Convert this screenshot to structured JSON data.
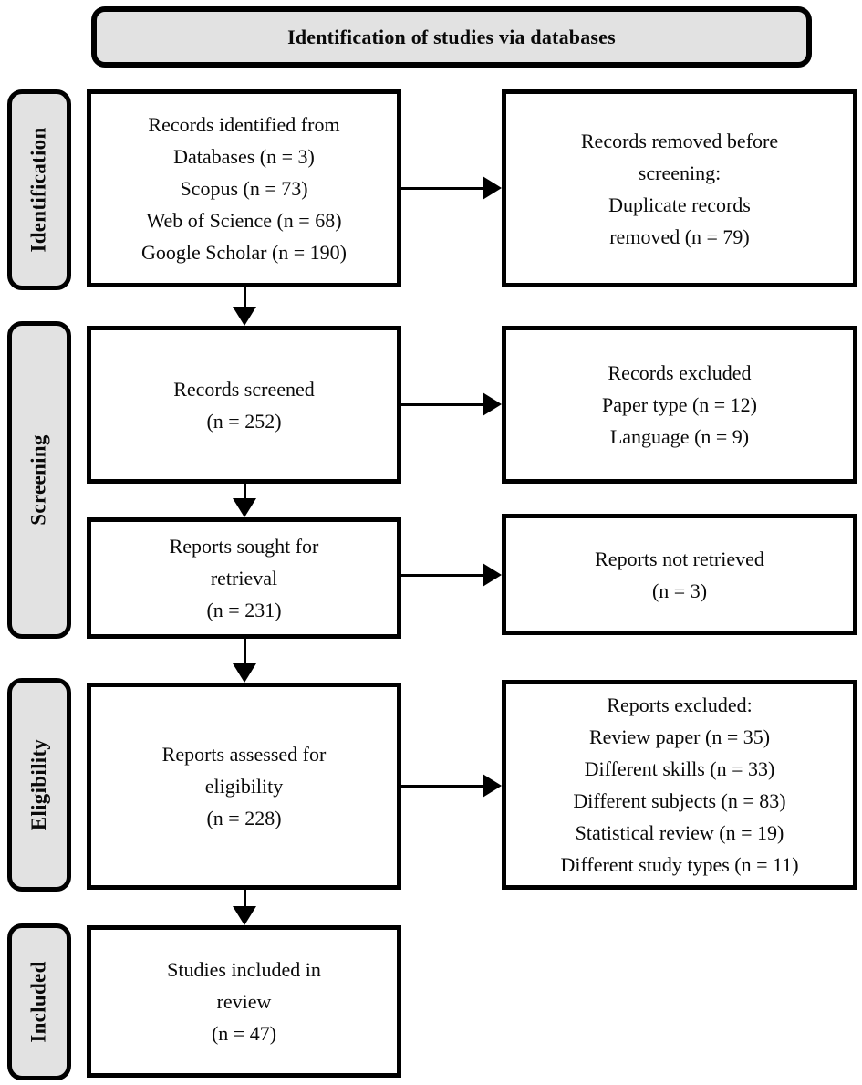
{
  "title": "Identification of studies via databases",
  "stages": [
    "Identification",
    "Screening",
    "Eligibility",
    "Included"
  ],
  "flow": {
    "records_identified": {
      "lines": [
        "Records identified from",
        "Databases (n = 3)",
        "Scopus (n = 73)",
        "Web of Science (n = 68)",
        "Google Scholar (n = 190)"
      ]
    },
    "records_removed": {
      "lines": [
        "Records removed before",
        "screening:",
        "Duplicate records",
        "removed (n = 79)"
      ]
    },
    "records_screened": {
      "lines": [
        "Records screened",
        "(n = 252)"
      ]
    },
    "records_excluded": {
      "lines": [
        "Records excluded",
        "Paper type (n = 12)",
        "Language (n = 9)"
      ]
    },
    "reports_sought": {
      "lines": [
        "Reports sought for",
        "retrieval",
        "(n = 231)"
      ]
    },
    "reports_not_retrieved": {
      "lines": [
        "Reports not retrieved",
        "(n = 3)"
      ]
    },
    "reports_assessed": {
      "lines": [
        "Reports assessed for",
        "eligibility",
        "(n = 228)"
      ]
    },
    "reports_excluded": {
      "lines": [
        "Reports excluded:",
        "Review paper (n = 35)",
        "Different skills (n = 33)",
        "Different subjects (n = 83)",
        "Statistical review (n = 19)",
        "Different study types (n = 11)"
      ]
    },
    "studies_included": {
      "lines": [
        "Studies included in",
        "review",
        "(n = 47)"
      ]
    }
  },
  "colors": {
    "box_fill": "#ffffff",
    "label_fill": "#e2e2e2",
    "border": "#000000",
    "text": "#0a0a0a"
  }
}
